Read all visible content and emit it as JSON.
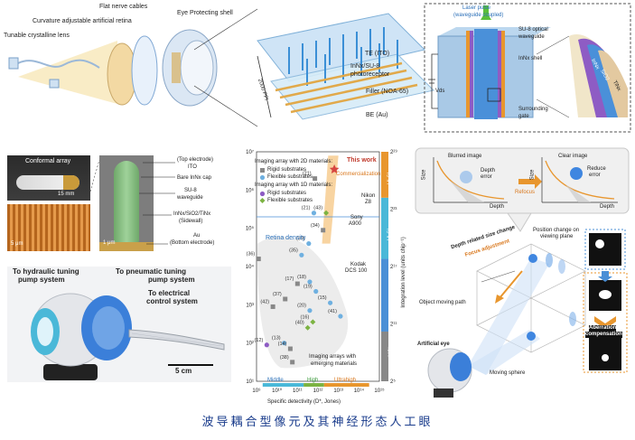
{
  "caption": "波导耦合型像元及其神经形态人工眼",
  "panel_a": {
    "labels": {
      "flat_nerve_cables": "Flat nerve cables",
      "curvature_retina": "Curvature adjustable artificial retina",
      "eye_shell": "Eye Protecting shell",
      "tunable_lens": "Tunable crystalline lens",
      "te_ito": "TE (ITO)",
      "photoreceptor_1": "InNx/SU-8",
      "photoreceptor_2": "photoreceptor",
      "filler": "Filler (NOA-65)",
      "be_au": "BE (Au)",
      "ppi": "2000 PPI"
    },
    "detail_labels": {
      "laser_pulse_1": "Laser pulse",
      "laser_pulse_2": "(waveguide coupled)",
      "su8_1": "SU-8 optical",
      "su8_2": "waveguide",
      "innx_shell": "InNx shell",
      "vds": "Vds",
      "gate_1": "Surrounding",
      "gate_2": "gate",
      "layer_innx": "InNx",
      "layer_sio2": "SiO2",
      "layer_tin": "TiNx"
    }
  },
  "panel_b": {
    "conformal_array": "Conformal array",
    "scale_15mm": "15 mm",
    "scale_5um": "5 μm",
    "scale_1um": "1 μm",
    "top_electrode_1": "(Top electrode)",
    "top_electrode_2": "ITO",
    "bare_innx": "Bare InNx cap",
    "su8_1": "SU-8",
    "su8_2": "waveguide",
    "sidewall_1": "InNx/SiO2/TiNx",
    "sidewall_2": "(Sidewall)",
    "bottom_1": "Au",
    "bottom_2": "(Bottom electrode)"
  },
  "panel_c": {
    "hydraulic_1": "To hydraulic tuning",
    "hydraulic_2": "pump system",
    "pneumatic_1": "To pneumatic tuning",
    "pneumatic_2": "pump system",
    "electrical_1": "To electrical",
    "electrical_2": "control system",
    "scale": "5 cm"
  },
  "chart_data": {
    "type": "scatter",
    "xlabel": "Specific detectivity (D*, Jones)",
    "ylabel": "Integration level (units chip⁻¹)",
    "x_ticks": [
      "10⁹",
      "10¹⁰",
      "10¹¹",
      "10¹²",
      "10¹³",
      "10¹⁴",
      "10¹⁵"
    ],
    "y_left_ticks": [
      "10¹",
      "10²",
      "10³",
      "10⁴",
      "10⁵",
      "10⁶",
      "10⁷"
    ],
    "y_right_ticks": [
      "2⁵",
      "2¹¹",
      "2¹⁷",
      "2²³",
      "2²⁹"
    ],
    "legend_2d_title": "Imaging array with 2D materials:",
    "legend_1d_title": "Imaging array with 1D materials:",
    "legend_items": [
      "Rigid substrates",
      "Flexible substrates",
      "Rigid substrates",
      "Flexible substrates"
    ],
    "annotations": {
      "this_work": "This work",
      "commercialization": "Commercialization",
      "nikon_1": "Nikon",
      "nikon_2": "Z8",
      "sony_1": "Sony",
      "sony_2": "A900",
      "kodak_1": "Kodak",
      "kodak_2": "DCS 100",
      "retina_density": "Retina density",
      "emerging_1": "Imaging arrays with",
      "emerging_2": "emerging materials",
      "band_middle": "Middle",
      "band_high": "High",
      "band_ultrahigh": "Ultrahigh",
      "msi": "MSI",
      "lsi": "LSI",
      "vlsi": "VLSI",
      "ulsi": "ULSI"
    },
    "points": [
      {
        "label": "(36)",
        "kind": "rigid-2d",
        "x": 9.1,
        "y": 4.2
      },
      {
        "label": "(39)",
        "kind": "flex-2d",
        "x": 11.55,
        "y": 4.6
      },
      {
        "label": "(35)",
        "kind": "flex-2d",
        "x": 11.2,
        "y": 4.3
      },
      {
        "label": "(18)",
        "kind": "flex-2d",
        "x": 11.6,
        "y": 3.6
      },
      {
        "label": "(17)",
        "kind": "rigid-2d",
        "x": 11.0,
        "y": 3.55
      },
      {
        "label": "(19)",
        "kind": "flex-2d",
        "x": 11.9,
        "y": 3.35
      },
      {
        "label": "(37)",
        "kind": "rigid-2d",
        "x": 10.4,
        "y": 3.15
      },
      {
        "label": "(42)",
        "kind": "rigid-2d",
        "x": 9.8,
        "y": 2.95
      },
      {
        "label": "(20)",
        "kind": "flex-2d",
        "x": 11.6,
        "y": 2.85
      },
      {
        "label": "(16)",
        "kind": "flex-1d",
        "x": 11.75,
        "y": 2.55
      },
      {
        "label": "(15)",
        "kind": "flex-2d",
        "x": 12.6,
        "y": 3.05
      },
      {
        "label": "(40)",
        "kind": "flex-1d",
        "x": 11.5,
        "y": 2.4
      },
      {
        "label": "(12)",
        "kind": "rigid-1d",
        "x": 9.5,
        "y": 1.95
      },
      {
        "label": "(13)",
        "kind": "flex-2d",
        "x": 10.35,
        "y": 2.0
      },
      {
        "label": "(14)",
        "kind": "rigid-2d",
        "x": 10.65,
        "y": 1.85
      },
      {
        "label": "(38)",
        "kind": "rigid-2d",
        "x": 10.75,
        "y": 1.5
      },
      {
        "label": "(41)",
        "kind": "flex-2d",
        "x": 13.1,
        "y": 2.7
      },
      {
        "label": "(21)",
        "kind": "rigid-2d",
        "x": 11.85,
        "y": 6.3
      },
      {
        "label": "(21)",
        "kind": "flex-2d",
        "x": 11.8,
        "y": 5.4
      },
      {
        "label": "(43)",
        "kind": "flex-1d",
        "x": 12.4,
        "y": 5.4
      },
      {
        "label": "(34)",
        "kind": "rigid-2d",
        "x": 12.25,
        "y": 4.95
      }
    ],
    "xlim": [
      9,
      15
    ],
    "ylim": [
      1,
      7
    ]
  },
  "panel_e": {
    "blurred_image": "Blurred image",
    "depth_error": "Depth",
    "depth_error_2": "error",
    "clear_image": "Clear image",
    "reduce_error": "Reduce",
    "reduce_error_2": "error",
    "refocus": "Refocus",
    "size": "Size",
    "depth": "Depth",
    "size_change": "Depth related size change",
    "focus_adjustment": "Focus adjustment",
    "position_change_1": "Position change on",
    "position_change_2": "viewing plane",
    "object_path": "Object moving path",
    "artificial_eye": "Artificial eye",
    "moving_sphere": "Moving sphere",
    "aberration_1": "Aberration",
    "aberration_2": "compensation"
  },
  "colors": {
    "blue": "#4a8fd6",
    "orange": "#e8962e",
    "caption": "#1a3c8c",
    "green": "#7cb342",
    "purple": "#8e5cc4"
  }
}
